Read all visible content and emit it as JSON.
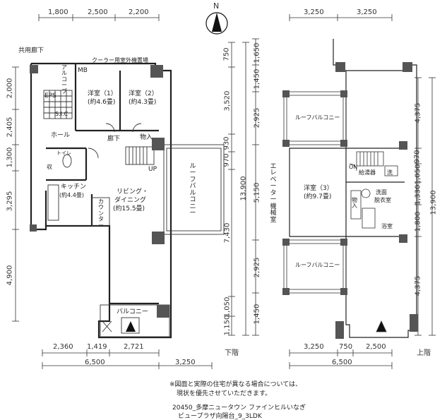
{
  "compass": {
    "north_label": "N"
  },
  "left_plan": {
    "top_dims": [
      "1,800",
      "2,500",
      "2,200"
    ],
    "bottom_dims_row1": [
      "2,360",
      "1,419",
      "2,721"
    ],
    "bottom_dims_row2": [
      "6,500",
      "3,250"
    ],
    "left_dims": [
      "2,000",
      "2,405",
      "1,300",
      "3,295",
      "4,900"
    ],
    "right_dims_inner": [
      "750",
      "3,520",
      "930",
      "970",
      "7,430",
      "1,050",
      "1,150"
    ],
    "right_dims_outer": [
      "13,900"
    ],
    "floor_label": "下階",
    "rooms": {
      "common_corridor": "共用廊下",
      "cooler_area": "クーラー用室外機置場",
      "alcove": "アルコーブ",
      "mb": "MB",
      "eps": "EPS",
      "shoe_closet": "S.I.C",
      "bedroom1_name": "洋室（1）",
      "bedroom1_size": "(約4.6畳)",
      "bedroom2_name": "洋室（2）",
      "bedroom2_size": "(約4.3畳)",
      "hall": "ホール",
      "corridor": "廊下",
      "storage": "物入",
      "toilet": "トイレ",
      "closet": "収",
      "up": "UP",
      "kitchen": "キッチン",
      "kitchen_size": "(約4.4畳)",
      "counter": "カウンター",
      "living_line1": "リビング・",
      "living_line2": "ダイニング",
      "living_size": "(約15.5畳)",
      "roof_balcony": "ルーフバルコニー",
      "balcony": "バルコニー"
    }
  },
  "right_plan": {
    "top_dims": [
      "3,250",
      "3,250"
    ],
    "bottom_dims_row1": [
      "3,250",
      "750",
      "2,500"
    ],
    "bottom_dims_row2": [
      "6,500"
    ],
    "left_dims": [
      "1,650",
      "1,450",
      "2,925",
      "5,150",
      "2,925",
      "1,450"
    ],
    "right_dims_inner": [
      "4,375",
      "970",
      "1,050",
      "1,330",
      "1,800",
      "4,375"
    ],
    "right_dims_outer": [
      "13,900"
    ],
    "floor_label": "上階",
    "rooms": {
      "roof_balcony_top": "ルーフバルコニー",
      "roof_balcony_bottom": "ルーフバルコニー",
      "elevator_area": "エレベーター機械室",
      "on_label": "ON",
      "bedroom3_name": "洋室（3）",
      "bedroom3_size": "(約9.7畳)",
      "laundry": "脱衣室",
      "wash": "洗面",
      "bath": "浴室",
      "storage": "物入",
      "closet": "洗",
      "water_heater": "給湯器"
    }
  },
  "notes": {
    "disclaimer_line1": "※図面と実際の住宅が異なる場合については、",
    "disclaimer_line2": "現状を優先させていただきます。",
    "property_line1": "20450_多摩ニュータウン ファインヒルいなぎ",
    "property_line2": "ビュープラザ向陽台_9_3LDK"
  }
}
